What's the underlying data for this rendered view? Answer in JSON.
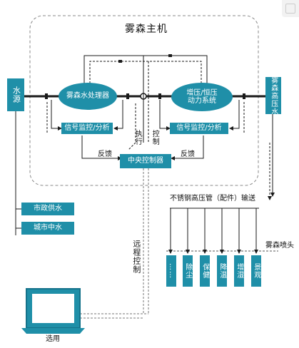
{
  "diagram": {
    "title": "雾森主机",
    "water_source": "水源",
    "water_processor": "雾森水处理器",
    "booster": "增压/恒压\n动力系统",
    "signal_left": "信号监控/分析",
    "signal_right": "信号监控/分析",
    "execute": "执行",
    "control": "控制",
    "feedback_left": "反馈",
    "feedback_right": "反馈",
    "central_controller": "中央控制器",
    "high_pressure_water": "雾森高压水",
    "municipal_water": "市政供水",
    "city_reclaimed_water": "城市中水",
    "pipe_label": "不锈钢高压管（配件）输送",
    "nozzle": "雾森喷头",
    "remote_control": "远程控制",
    "optional": "选用",
    "outputs": [
      "……",
      "除尘",
      "保健",
      "降温",
      "增湿",
      "景观"
    ]
  },
  "colors": {
    "teal": "#1f8fa8",
    "dark_teal": "#15728a",
    "line": "#1a1a1a",
    "dash": "#777777"
  }
}
